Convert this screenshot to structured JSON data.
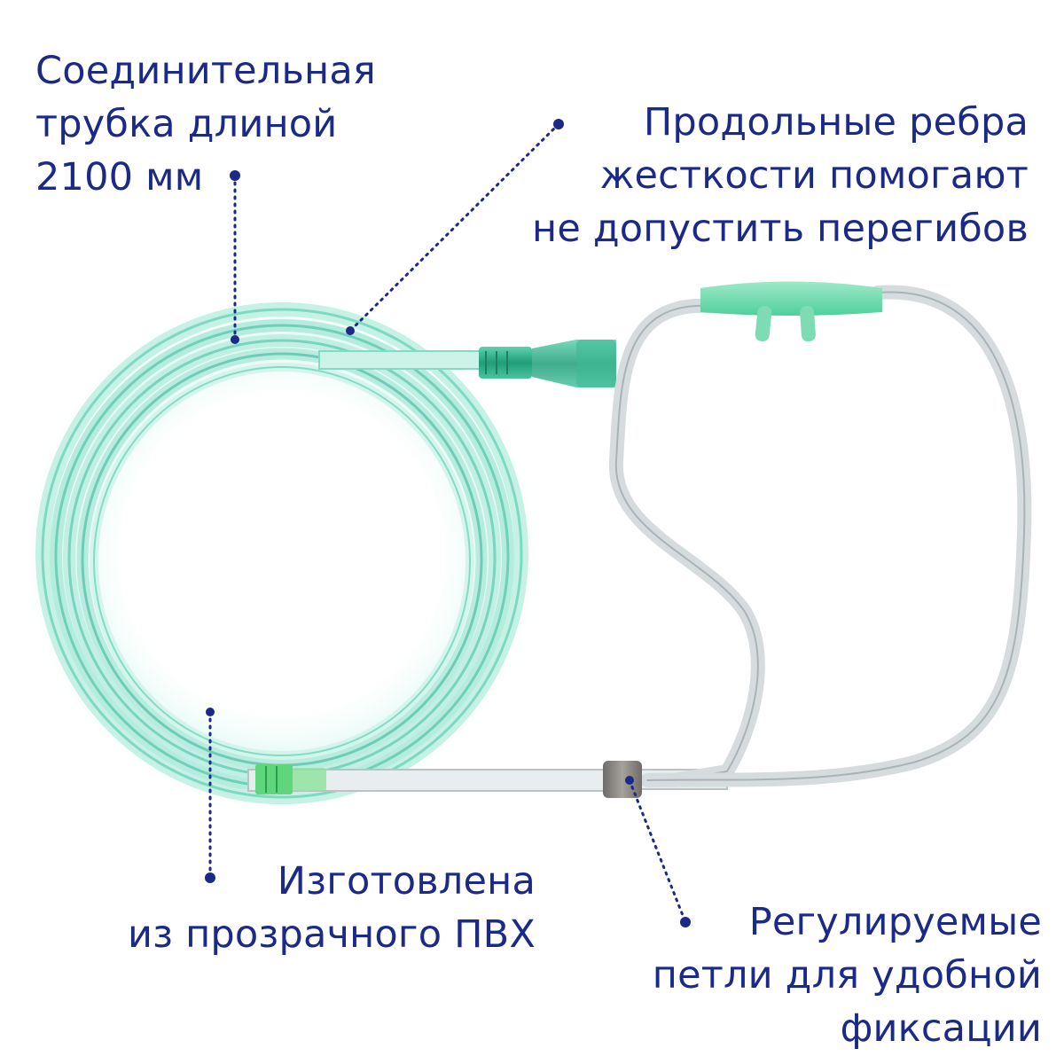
{
  "colors": {
    "caption_text": "#1b2a86",
    "callout_dot": "#1b2a86",
    "tube_green": "#8fe0cc",
    "tube_clear": "#cfd6d9",
    "connector_green": "#2fb08a",
    "slider_gray": "#8a8784"
  },
  "callouts": {
    "length": {
      "line1": "Соединительная",
      "line2": "трубка длиной",
      "line3": "2100 мм"
    },
    "ribs": {
      "line1": "Продольные ребра",
      "line2": "жесткости помогают",
      "line3": "не допустить перегибов"
    },
    "material": {
      "line1": "Изготовлена",
      "line2": "из прозрачного ПВХ"
    },
    "loops": {
      "line1": "Регулируемые",
      "line2": "петли для удобной",
      "line3": "фиксации"
    }
  }
}
